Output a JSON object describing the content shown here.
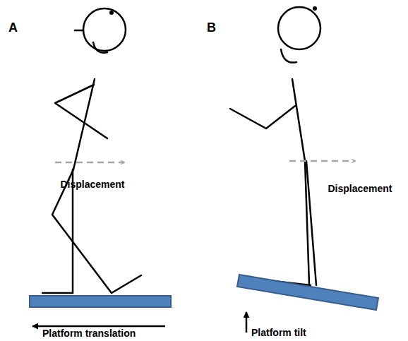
{
  "diagram": {
    "labels": [
      "A",
      "Displacement",
      "Platform translation",
      "B",
      "Displacement",
      "Platform tilt"
    ]
  }
}
